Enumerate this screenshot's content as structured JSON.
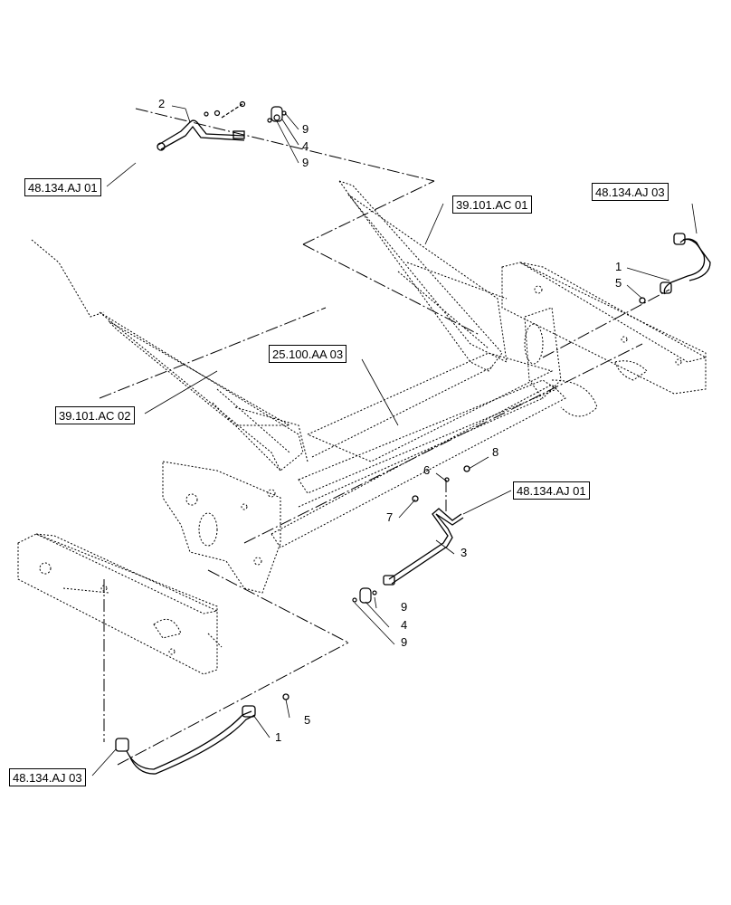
{
  "references": {
    "r_48134aj01_top": "48.134.AJ 01",
    "r_39101ac01": "39.101.AC 01",
    "r_48134aj03_top": "48.134.AJ 03",
    "r_25100aa03": "25.100.AA 03",
    "r_39101ac02": "39.101.AC 02",
    "r_48134aj01_mid": "48.134.AJ 01",
    "r_48134aj03_bottom": "48.134.AJ 03"
  },
  "callouts": {
    "c2_top": "2",
    "c9_top_a": "9",
    "c4_top": "4",
    "c9_top_b": "9",
    "c1_right": "1",
    "c5_right": "5",
    "c8": "8",
    "c6": "6",
    "c7": "7",
    "c3": "3",
    "c9_mid_a": "9",
    "c4_mid": "4",
    "c9_mid_b": "9",
    "c5_bottom": "5",
    "c1_bottom": "1"
  }
}
